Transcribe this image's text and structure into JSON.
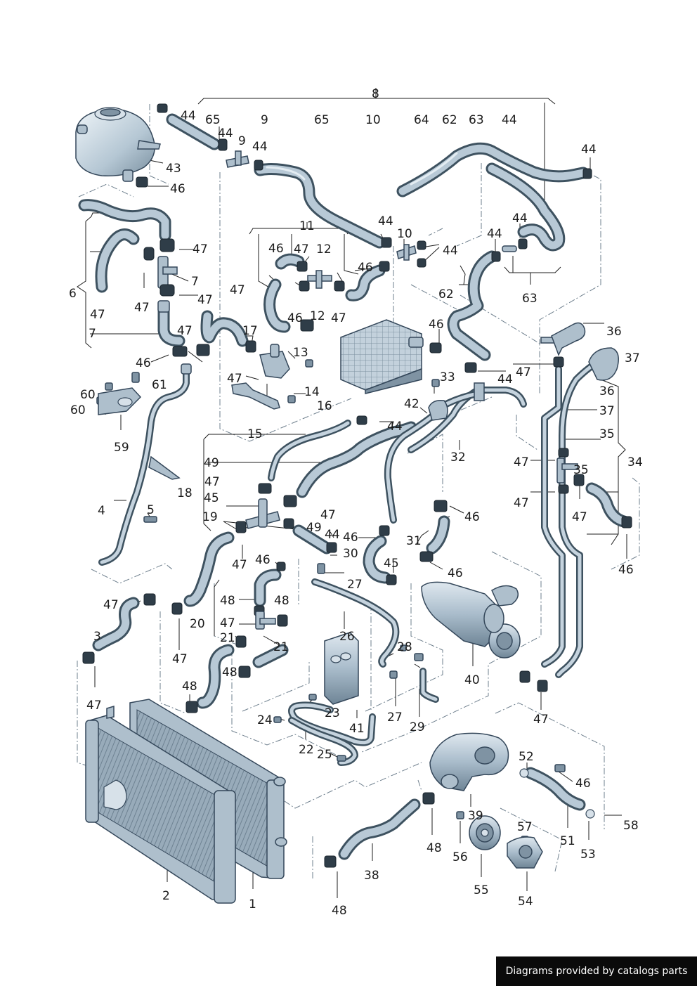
{
  "footer": {
    "text": "Diagrams provided by catalogs parts"
  },
  "callouts": [
    {
      "id": "c8",
      "text": "8"
    },
    {
      "id": "c44a",
      "text": "44"
    },
    {
      "id": "c65a",
      "text": "65"
    },
    {
      "id": "c9a",
      "text": "9"
    },
    {
      "id": "c65b",
      "text": "65"
    },
    {
      "id": "c10a",
      "text": "10"
    },
    {
      "id": "c64",
      "text": "64"
    },
    {
      "id": "c62a",
      "text": "62"
    },
    {
      "id": "c63a",
      "text": "63"
    },
    {
      "id": "c44b",
      "text": "44"
    },
    {
      "id": "c44c",
      "text": "44"
    },
    {
      "id": "c9b",
      "text": "9"
    },
    {
      "id": "c44d",
      "text": "44"
    },
    {
      "id": "c44e",
      "text": "44"
    },
    {
      "id": "c43",
      "text": "43"
    },
    {
      "id": "c46a",
      "text": "46"
    },
    {
      "id": "c11",
      "text": "11"
    },
    {
      "id": "c44f",
      "text": "44"
    },
    {
      "id": "c10b",
      "text": "10"
    },
    {
      "id": "c44g",
      "text": "44"
    },
    {
      "id": "c44h",
      "text": "44"
    },
    {
      "id": "c44i",
      "text": "44"
    },
    {
      "id": "c47a",
      "text": "47"
    },
    {
      "id": "c46b",
      "text": "46"
    },
    {
      "id": "c47b",
      "text": "47"
    },
    {
      "id": "c12a",
      "text": "12"
    },
    {
      "id": "c46c",
      "text": "46"
    },
    {
      "id": "c6",
      "text": "6"
    },
    {
      "id": "c7a",
      "text": "7"
    },
    {
      "id": "c47c",
      "text": "47"
    },
    {
      "id": "c47d",
      "text": "47"
    },
    {
      "id": "c62b",
      "text": "62"
    },
    {
      "id": "c63b",
      "text": "63"
    },
    {
      "id": "c47e",
      "text": "47"
    },
    {
      "id": "c47f",
      "text": "47"
    },
    {
      "id": "c46d",
      "text": "46"
    },
    {
      "id": "c12b",
      "text": "12"
    },
    {
      "id": "c47g",
      "text": "47"
    },
    {
      "id": "c7b",
      "text": "7"
    },
    {
      "id": "c47h",
      "text": "47"
    },
    {
      "id": "c17",
      "text": "17"
    },
    {
      "id": "c46e",
      "text": "46"
    },
    {
      "id": "c36a",
      "text": "36"
    },
    {
      "id": "c13",
      "text": "13"
    },
    {
      "id": "c46f",
      "text": "46"
    },
    {
      "id": "c37a",
      "text": "37"
    },
    {
      "id": "c47i",
      "text": "47"
    },
    {
      "id": "c33",
      "text": "33"
    },
    {
      "id": "c44j",
      "text": "44"
    },
    {
      "id": "c47j",
      "text": "47"
    },
    {
      "id": "c61",
      "text": "61"
    },
    {
      "id": "c60a",
      "text": "60"
    },
    {
      "id": "c14",
      "text": "14"
    },
    {
      "id": "c42",
      "text": "42"
    },
    {
      "id": "c36b",
      "text": "36"
    },
    {
      "id": "c60b",
      "text": "60"
    },
    {
      "id": "c16",
      "text": "16"
    },
    {
      "id": "c37b",
      "text": "37"
    },
    {
      "id": "c44k",
      "text": "44"
    },
    {
      "id": "c15",
      "text": "15"
    },
    {
      "id": "c35a",
      "text": "35"
    },
    {
      "id": "c59",
      "text": "59"
    },
    {
      "id": "c32",
      "text": "32"
    },
    {
      "id": "c34",
      "text": "34"
    },
    {
      "id": "c49a",
      "text": "49"
    },
    {
      "id": "c47k",
      "text": "47"
    },
    {
      "id": "c35b",
      "text": "35"
    },
    {
      "id": "c47l",
      "text": "47"
    },
    {
      "id": "c18",
      "text": "18"
    },
    {
      "id": "c45a",
      "text": "45"
    },
    {
      "id": "c47m",
      "text": "47"
    },
    {
      "id": "c47n",
      "text": "47"
    },
    {
      "id": "c4",
      "text": "4"
    },
    {
      "id": "c5",
      "text": "5"
    },
    {
      "id": "c46g",
      "text": "46"
    },
    {
      "id": "c47o",
      "text": "47"
    },
    {
      "id": "c19",
      "text": "19"
    },
    {
      "id": "c49b",
      "text": "49"
    },
    {
      "id": "c46h",
      "text": "46"
    },
    {
      "id": "c44l",
      "text": "44"
    },
    {
      "id": "c31",
      "text": "31"
    },
    {
      "id": "c30",
      "text": "30"
    },
    {
      "id": "c47p",
      "text": "47"
    },
    {
      "id": "c46i",
      "text": "46"
    },
    {
      "id": "c45b",
      "text": "45"
    },
    {
      "id": "c46j",
      "text": "46"
    },
    {
      "id": "c46k",
      "text": "46"
    },
    {
      "id": "c27a",
      "text": "27"
    },
    {
      "id": "c47q",
      "text": "47"
    },
    {
      "id": "c48a",
      "text": "48"
    },
    {
      "id": "c48b",
      "text": "48"
    },
    {
      "id": "c47r",
      "text": "47"
    },
    {
      "id": "c20",
      "text": "20"
    },
    {
      "id": "c3",
      "text": "3"
    },
    {
      "id": "c26",
      "text": "26"
    },
    {
      "id": "c21a",
      "text": "21"
    },
    {
      "id": "c21b",
      "text": "21"
    },
    {
      "id": "c28",
      "text": "28"
    },
    {
      "id": "c47s",
      "text": "47"
    },
    {
      "id": "c48c",
      "text": "48"
    },
    {
      "id": "c40",
      "text": "40"
    },
    {
      "id": "c48d",
      "text": "48"
    },
    {
      "id": "c47t",
      "text": "47"
    },
    {
      "id": "c27b",
      "text": "27"
    },
    {
      "id": "c47u",
      "text": "47"
    },
    {
      "id": "c23",
      "text": "23"
    },
    {
      "id": "c24",
      "text": "24"
    },
    {
      "id": "c29",
      "text": "29"
    },
    {
      "id": "c41",
      "text": "41"
    },
    {
      "id": "c22",
      "text": "22"
    },
    {
      "id": "c25",
      "text": "25"
    },
    {
      "id": "c52",
      "text": "52"
    },
    {
      "id": "c46l",
      "text": "46"
    },
    {
      "id": "c39",
      "text": "39"
    },
    {
      "id": "c57",
      "text": "57"
    },
    {
      "id": "c58",
      "text": "58"
    },
    {
      "id": "c51",
      "text": "51"
    },
    {
      "id": "c56",
      "text": "56"
    },
    {
      "id": "c48e",
      "text": "48"
    },
    {
      "id": "c53",
      "text": "53"
    },
    {
      "id": "c38",
      "text": "38"
    },
    {
      "id": "c2",
      "text": "2"
    },
    {
      "id": "c55",
      "text": "55"
    },
    {
      "id": "c54",
      "text": "54"
    },
    {
      "id": "c1",
      "text": "1"
    },
    {
      "id": "c48f",
      "text": "48"
    }
  ]
}
